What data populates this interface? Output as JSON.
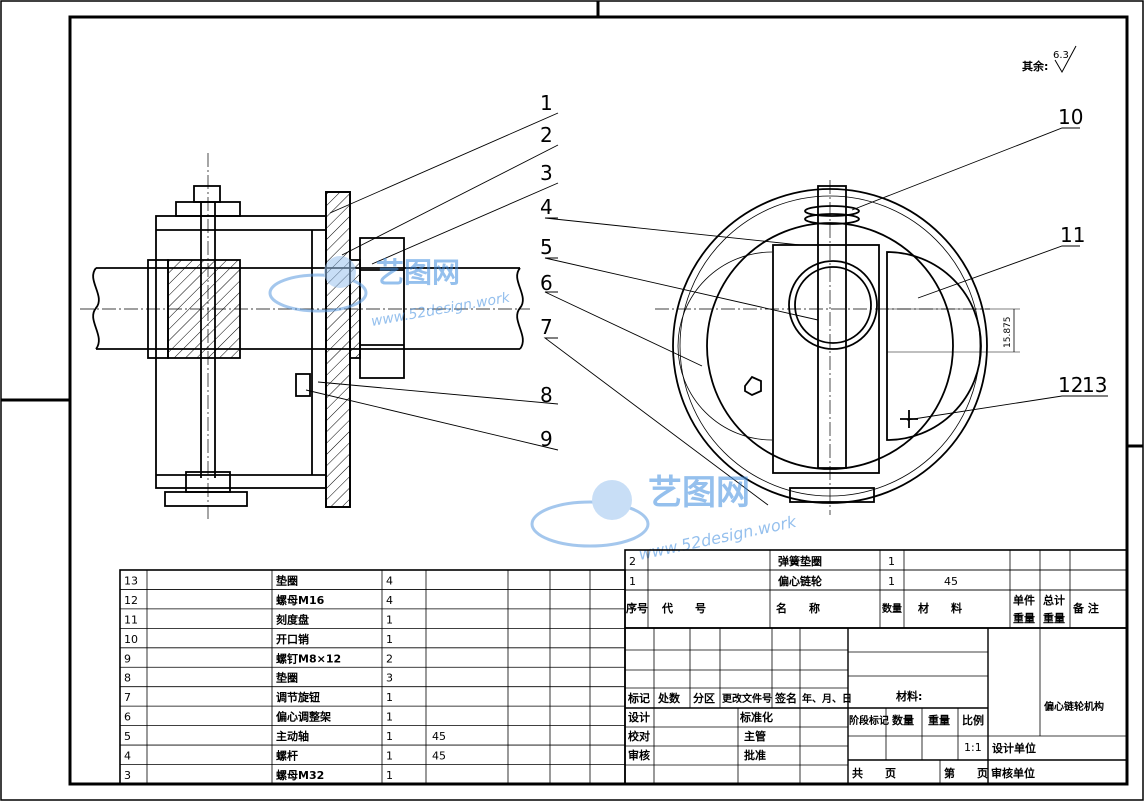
{
  "roughness_note": {
    "label": "其余:",
    "value": "6.3"
  },
  "dimension": {
    "value": "15.875"
  },
  "callouts": [
    "1",
    "2",
    "3",
    "4",
    "5",
    "6",
    "7",
    "8",
    "9",
    "10",
    "11",
    "12",
    "13"
  ],
  "watermarks": [
    {
      "cn": "艺图网",
      "url": "www.52design.work"
    },
    {
      "cn": "艺图网",
      "url": "www.52design.work"
    }
  ],
  "parts_left": [
    {
      "no": "13",
      "name": "垫圈",
      "qty": "4",
      "material": ""
    },
    {
      "no": "12",
      "name": "螺母M16",
      "qty": "4",
      "material": ""
    },
    {
      "no": "11",
      "name": "刻度盘",
      "qty": "1",
      "material": ""
    },
    {
      "no": "10",
      "name": "开口销",
      "qty": "1",
      "material": ""
    },
    {
      "no": "9",
      "name": "螺钉M8×12",
      "qty": "2",
      "material": ""
    },
    {
      "no": "8",
      "name": "垫圈",
      "qty": "3",
      "material": ""
    },
    {
      "no": "7",
      "name": "调节旋钮",
      "qty": "1",
      "material": ""
    },
    {
      "no": "6",
      "name": "偏心调整架",
      "qty": "1",
      "material": ""
    },
    {
      "no": "5",
      "name": "主动轴",
      "qty": "1",
      "material": "45"
    },
    {
      "no": "4",
      "name": "螺杆",
      "qty": "1",
      "material": "45"
    },
    {
      "no": "3",
      "name": "螺母M32",
      "qty": "1",
      "material": ""
    }
  ],
  "parts_right": [
    {
      "no": "2",
      "name": "弹簧垫圈",
      "qty": "1",
      "material": ""
    },
    {
      "no": "1",
      "name": "偏心链轮",
      "qty": "1",
      "material": "45"
    }
  ],
  "header": {
    "seq": "序号",
    "code": "代　　号",
    "name": "名　　称",
    "qty": "数量",
    "material": "材　　料",
    "unit_weight_1": "单件",
    "unit_weight_2": "重量",
    "total_weight_1": "总计",
    "total_weight_2": "重量",
    "remark": "备 注"
  },
  "title_block": {
    "mark": "标记",
    "count": "处数",
    "zone": "分区",
    "change_doc": "更改文件号",
    "sign": "签名",
    "date": "年、月、日",
    "design": "设计",
    "standardize": "标准化",
    "check": "校对",
    "supervisor": "主管",
    "review": "审核",
    "approve": "批准",
    "material_label": "材料:",
    "stage": "阶段标记",
    "weight_qty": "数量",
    "weight": "重量",
    "scale": "比例",
    "scale_value": "1:1",
    "total_pages": "共　　页",
    "page_no": "第　　页",
    "design_unit": "设计单位",
    "school_unit": "审核单位",
    "drawing_title": "偏心链轮机构"
  }
}
